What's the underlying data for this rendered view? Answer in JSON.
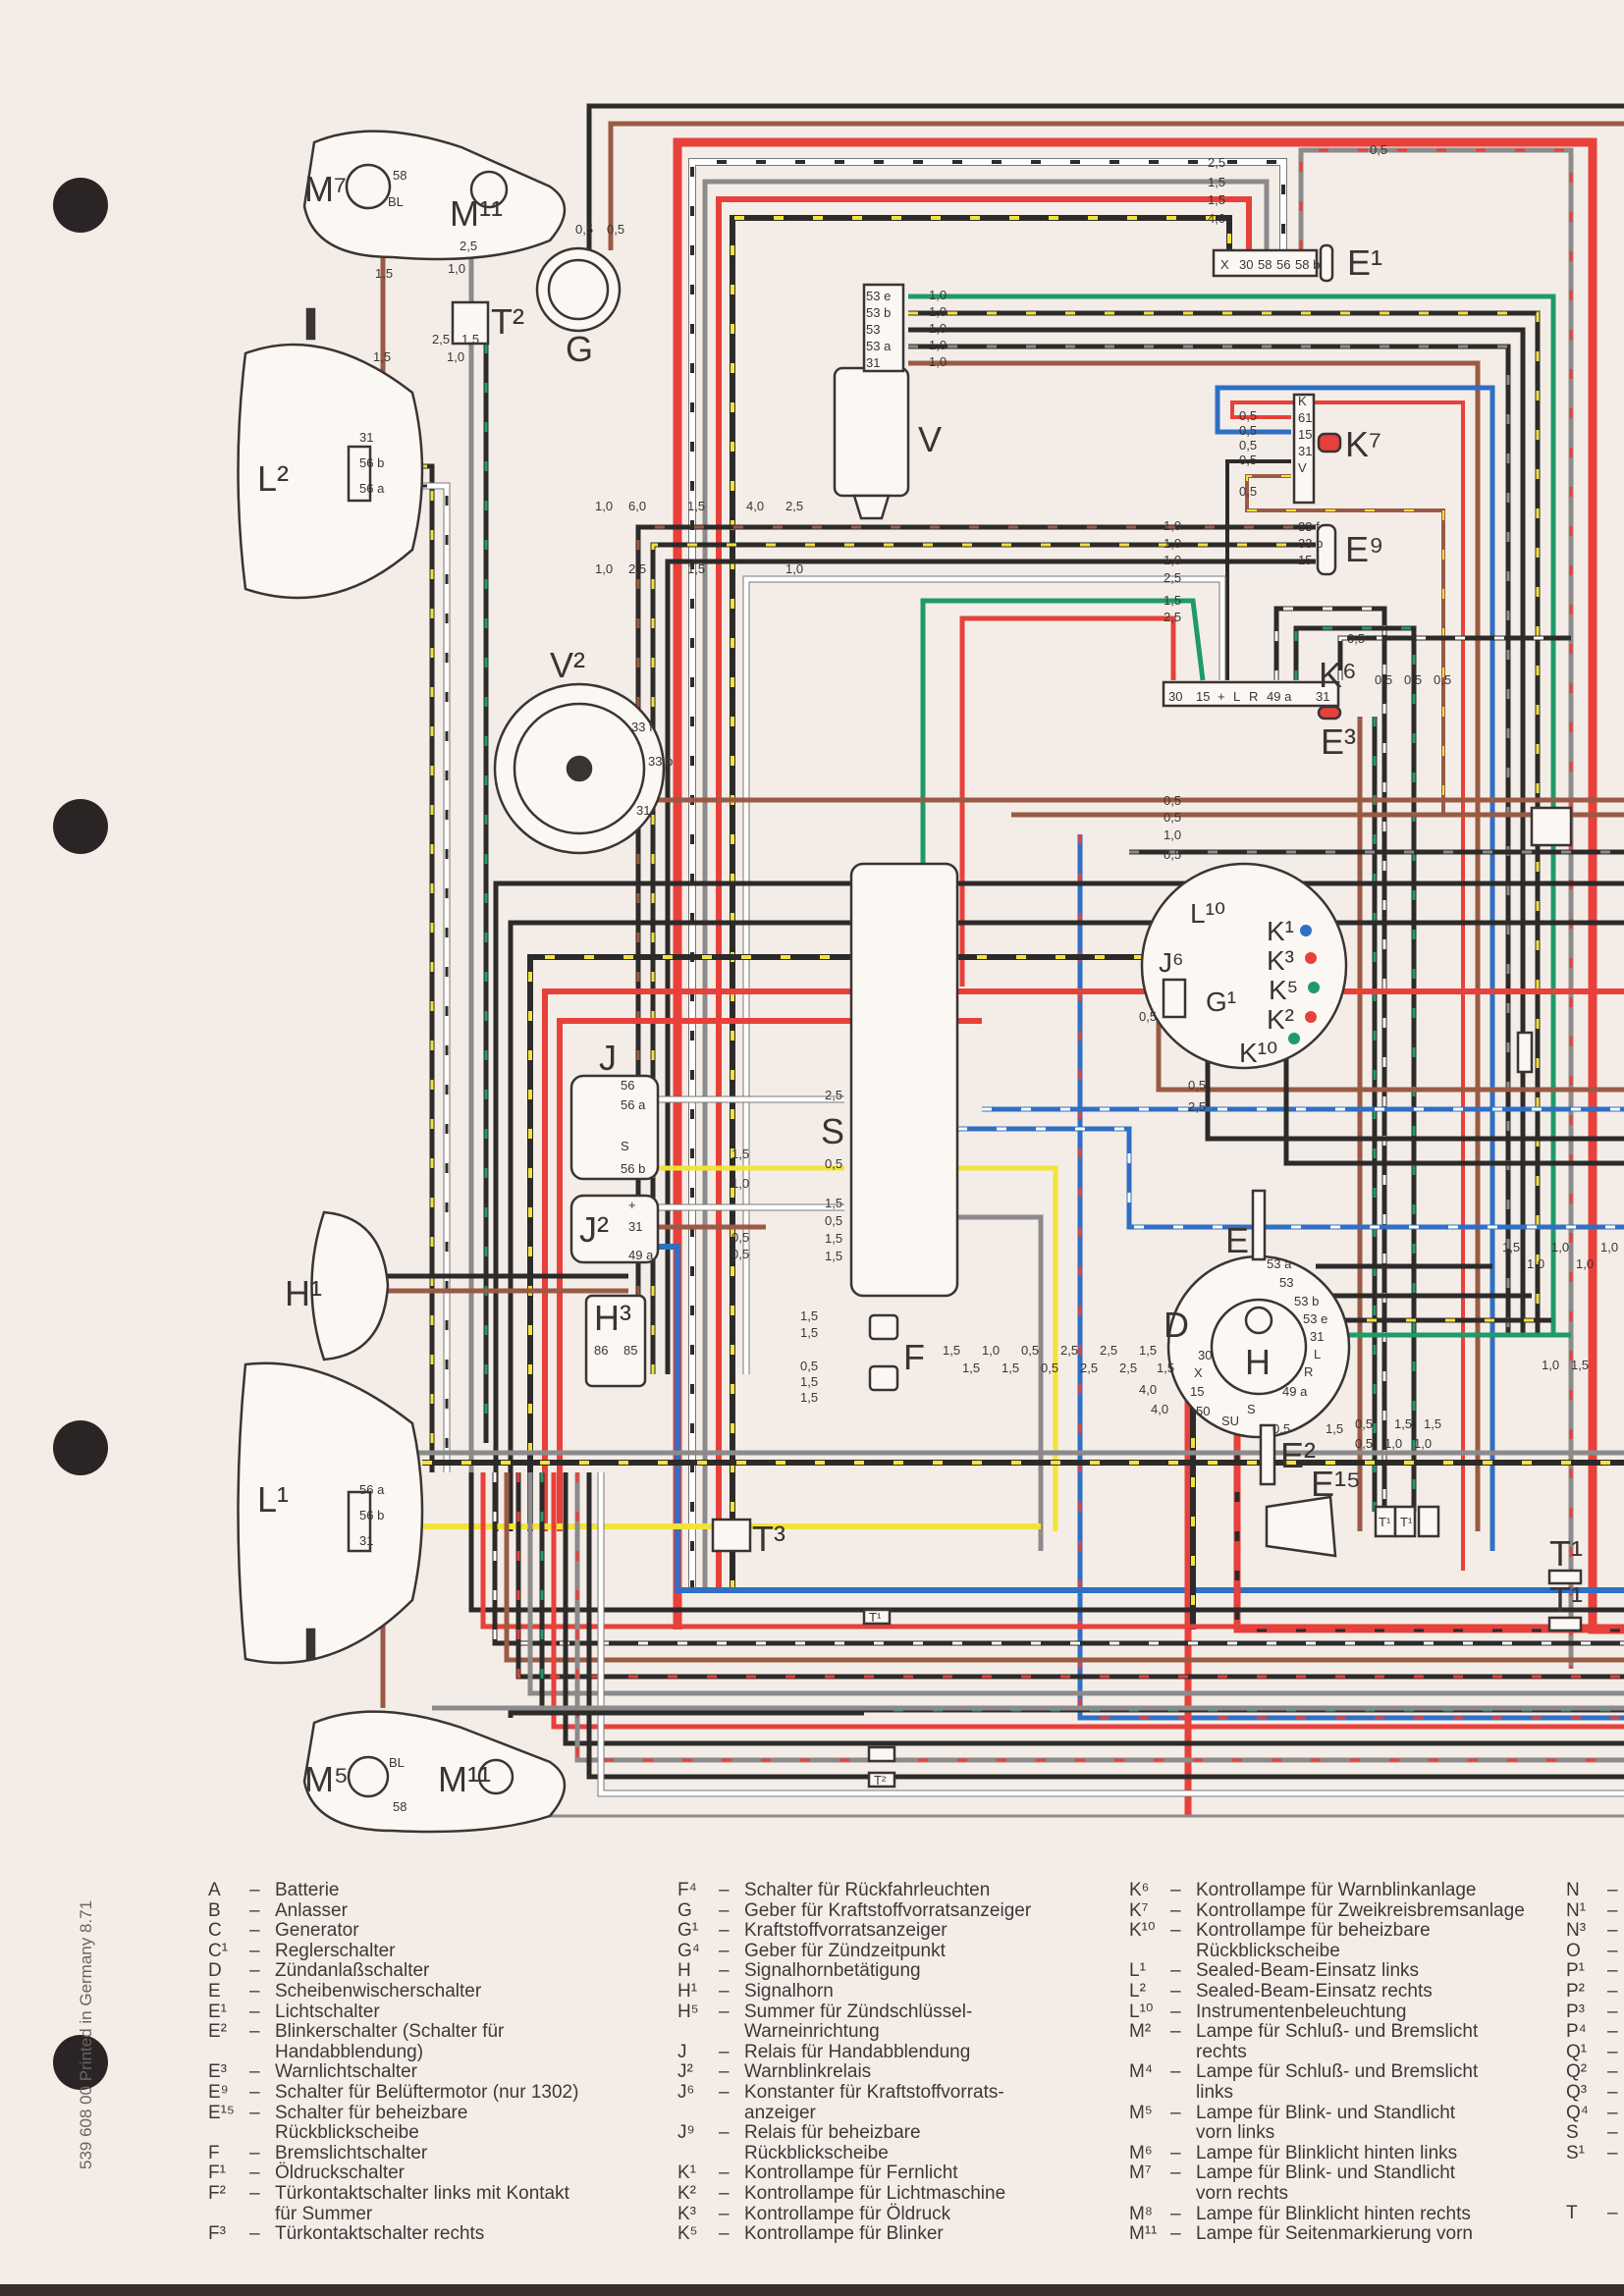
{
  "diagram": {
    "labels": {
      "m7": "M⁷",
      "m11_top": "M¹¹",
      "bl_top": "BL",
      "p58_top": "58",
      "g": "G",
      "t2_top": "T²",
      "l2": "L²",
      "v": "V",
      "e1": "E¹",
      "k7": "K⁷",
      "e9": "E⁹",
      "k6": "K⁶",
      "e3": "E³",
      "v2": "V²",
      "l10": "L¹⁰",
      "k1": "K¹",
      "k3": "K³",
      "k5": "K⁵",
      "k2": "K²",
      "j6": "J⁶",
      "g1": "G¹",
      "k10": "K¹⁰",
      "j": "J",
      "j2": "J²",
      "s": "S",
      "h3": "H³",
      "f": "F",
      "h1": "H¹",
      "l1": "L¹",
      "e": "E",
      "d": "D",
      "h": "H",
      "e2": "E²",
      "e15": "E¹⁵",
      "t1_a": "T¹",
      "t1_b": "T¹",
      "t1_c": "T¹",
      "t1_d": "T¹",
      "t3": "T³",
      "t1_bottom": "T¹",
      "t2_bottom": "T²",
      "m5": "M⁵",
      "m11_bottom": "M¹¹",
      "bl_bottom": "BL",
      "p58_bottom": "58"
    },
    "pins": {
      "e1": [
        "X",
        "30",
        "58",
        "56",
        "58 b"
      ],
      "terminal_strip": [
        "30",
        "15",
        "+",
        "L",
        "R",
        "49 a",
        "31"
      ],
      "v": [
        "53 e",
        "53 b",
        "53",
        "53 a",
        "31"
      ],
      "k7": [
        "K",
        "61",
        "15",
        "31",
        "V"
      ],
      "e9": [
        "33 f",
        "33 b",
        "15"
      ],
      "j": [
        "56",
        "56 a",
        "S",
        "56 b"
      ],
      "j2": [
        "+",
        "31",
        "49 a"
      ],
      "h3": [
        "86",
        "85"
      ],
      "l2": [
        "31",
        "56 b",
        "56 a"
      ],
      "l1": [
        "56 a",
        "56 b",
        "31"
      ],
      "v2": [
        "33 f",
        "33 b",
        "31"
      ],
      "e_switch": [
        "53 a",
        "53",
        "53 b",
        "53 e",
        "31",
        "L",
        "R",
        "49 a",
        "S",
        "SU",
        "50",
        "15",
        "X",
        "30"
      ]
    },
    "gauges": [
      "0,5",
      "0,5",
      "2,5",
      "1,5",
      "1,5",
      "4,0",
      "0,5",
      "1,5",
      "2,5",
      "1,0",
      "1,5",
      "1,0",
      "1,0",
      "1,0",
      "1,0",
      "1,0",
      "0,5",
      "0,5",
      "0,5",
      "0,5",
      "0,5",
      "1,0",
      "1,0",
      "1,0",
      "2,5",
      "1,5",
      "2,5",
      "1,0",
      "1,0",
      "6,0",
      "2,5",
      "1,5",
      "1,5",
      "4,0",
      "2,5",
      "1,0",
      "0,5",
      "0,5",
      "1,0",
      "0,5",
      "0,5",
      "0,5",
      "0,5",
      "0,5",
      "0,5",
      "0,5",
      "2,5",
      "2,5",
      "0,5",
      "1,5",
      "0,5",
      "1,5",
      "1,5",
      "1,5",
      "1,5",
      "0,5",
      "1,5",
      "1,5",
      "1,5",
      "1,0",
      "1,0",
      "1,0",
      "1,0",
      "1,5",
      "1,5",
      "1,0",
      "1,5",
      "0,5",
      "0,5",
      "2,5",
      "2,5",
      "2,5",
      "2,5",
      "1,5",
      "1,5",
      "0,5",
      "0,5",
      "1,0",
      "4,0",
      "4,0",
      "0,5",
      "1,5",
      "1,5",
      "1,5",
      "1,0",
      "2,5",
      "1,5",
      "1,0",
      "1,5",
      "1,0",
      "0,5",
      "0,5",
      "1,0",
      "1,5"
    ]
  },
  "legend": {
    "columns": [
      [
        {
          "code": "A",
          "lines": [
            "Batterie"
          ]
        },
        {
          "code": "B",
          "lines": [
            "Anlasser"
          ]
        },
        {
          "code": "C",
          "lines": [
            "Generator"
          ]
        },
        {
          "code": "C¹",
          "lines": [
            "Reglerschalter"
          ]
        },
        {
          "code": "D",
          "lines": [
            "Zündanlaßschalter"
          ]
        },
        {
          "code": "E",
          "lines": [
            "Scheibenwischerschalter"
          ]
        },
        {
          "code": "E¹",
          "lines": [
            "Lichtschalter"
          ]
        },
        {
          "code": "E²",
          "lines": [
            "Blinkerschalter (Schalter für",
            "Handabblendung)"
          ]
        },
        {
          "code": "E³",
          "lines": [
            "Warnlichtschalter"
          ]
        },
        {
          "code": "E⁹",
          "lines": [
            "Schalter für Belüftermotor (nur 1302)"
          ]
        },
        {
          "code": "E¹⁵",
          "lines": [
            "Schalter für beheizbare",
            "Rückblickscheibe"
          ]
        },
        {
          "code": "F",
          "lines": [
            "Bremslichtschalter"
          ]
        },
        {
          "code": "F¹",
          "lines": [
            "Öldruckschalter"
          ]
        },
        {
          "code": "F²",
          "lines": [
            "Türkontaktschalter links mit Kontakt",
            "für Summer"
          ]
        },
        {
          "code": "F³",
          "lines": [
            "Türkontaktschalter rechts"
          ]
        }
      ],
      [
        {
          "code": "F⁴",
          "lines": [
            "Schalter für Rückfahrleuchten"
          ]
        },
        {
          "code": "G",
          "lines": [
            "Geber für Kraftstoffvorratsanzeiger"
          ]
        },
        {
          "code": "G¹",
          "lines": [
            "Kraftstoffvorratsanzeiger"
          ]
        },
        {
          "code": "G⁴",
          "lines": [
            "Geber für Zündzeitpunkt"
          ]
        },
        {
          "code": "H",
          "lines": [
            "Signalhornbetätigung"
          ]
        },
        {
          "code": "H¹",
          "lines": [
            "Signalhorn"
          ]
        },
        {
          "code": "H⁵",
          "lines": [
            "Summer für Zündschlüssel-",
            "Warneinrichtung"
          ]
        },
        {
          "code": "J",
          "lines": [
            "Relais für Handabblendung"
          ]
        },
        {
          "code": "J²",
          "lines": [
            "Warnblinkrelais"
          ]
        },
        {
          "code": "J⁶",
          "lines": [
            "Konstanter für Kraftstoffvorrats-",
            "anzeiger"
          ]
        },
        {
          "code": "J⁹",
          "lines": [
            "Relais für beheizbare",
            "Rückblickscheibe"
          ]
        },
        {
          "code": "K¹",
          "lines": [
            "Kontrollampe für Fernlicht"
          ]
        },
        {
          "code": "K²",
          "lines": [
            "Kontrollampe für Lichtmaschine"
          ]
        },
        {
          "code": "K³",
          "lines": [
            "Kontrollampe für Öldruck"
          ]
        },
        {
          "code": "K⁵",
          "lines": [
            "Kontrollampe für Blinker"
          ]
        }
      ],
      [
        {
          "code": "K⁶",
          "lines": [
            "Kontrollampe für Warnblinkanlage"
          ]
        },
        {
          "code": "K⁷",
          "lines": [
            "Kontrollampe für Zweikreisbremsanlage"
          ]
        },
        {
          "code": "K¹⁰",
          "lines": [
            "Kontrollampe für beheizbare",
            "Rückblickscheibe"
          ]
        },
        {
          "code": "L¹",
          "lines": [
            "Sealed-Beam-Einsatz links"
          ]
        },
        {
          "code": "L²",
          "lines": [
            "Sealed-Beam-Einsatz rechts"
          ]
        },
        {
          "code": "L¹⁰",
          "lines": [
            "Instrumentenbeleuchtung"
          ]
        },
        {
          "code": "M²",
          "lines": [
            "Lampe für Schluß- und Bremslicht",
            "rechts"
          ]
        },
        {
          "code": "M⁴",
          "lines": [
            "Lampe für Schluß- und Bremslicht",
            "links"
          ]
        },
        {
          "code": "M⁵",
          "lines": [
            "Lampe für Blink- und Standlicht",
            "vorn links"
          ]
        },
        {
          "code": "M⁶",
          "lines": [
            "Lampe für Blinklicht hinten links"
          ]
        },
        {
          "code": "M⁷",
          "lines": [
            "Lampe für Blink- und Standlicht",
            "vorn rechts"
          ]
        },
        {
          "code": "M⁸",
          "lines": [
            "Lampe für Blinklicht hinten rechts"
          ]
        },
        {
          "code": "M¹¹",
          "lines": [
            "Lampe für Seitenmarkierung vorn"
          ]
        }
      ],
      [
        {
          "code": "N",
          "lines": [
            ""
          ]
        },
        {
          "code": "N¹",
          "lines": [
            ""
          ]
        },
        {
          "code": "N³",
          "lines": [
            ""
          ]
        },
        {
          "code": "O",
          "lines": [
            ""
          ]
        },
        {
          "code": "P¹",
          "lines": [
            ""
          ]
        },
        {
          "code": "P²",
          "lines": [
            ""
          ]
        },
        {
          "code": "P³",
          "lines": [
            ""
          ]
        },
        {
          "code": "P⁴",
          "lines": [
            ""
          ]
        },
        {
          "code": "Q¹",
          "lines": [
            ""
          ]
        },
        {
          "code": "Q²",
          "lines": [
            ""
          ]
        },
        {
          "code": "Q³",
          "lines": [
            ""
          ]
        },
        {
          "code": "Q⁴",
          "lines": [
            ""
          ]
        },
        {
          "code": "S",
          "lines": [
            ""
          ]
        },
        {
          "code": "S¹",
          "lines": [
            ""
          ]
        },
        {
          "code": "T",
          "lines": [
            ""
          ],
          "gap_before": true
        }
      ]
    ],
    "dash": "–"
  },
  "print_code": "539 608 00 Printed in Germany 8.71",
  "colors": {
    "paper": "#f4ede7",
    "red": "#e8403a",
    "black": "#2d2a2a",
    "brown": "#9a5a44",
    "green": "#1f9a6a",
    "blue": "#2f6fc4",
    "yellow": "#f2e33a",
    "gray": "#8c8a8a",
    "white": "#ffffff"
  }
}
